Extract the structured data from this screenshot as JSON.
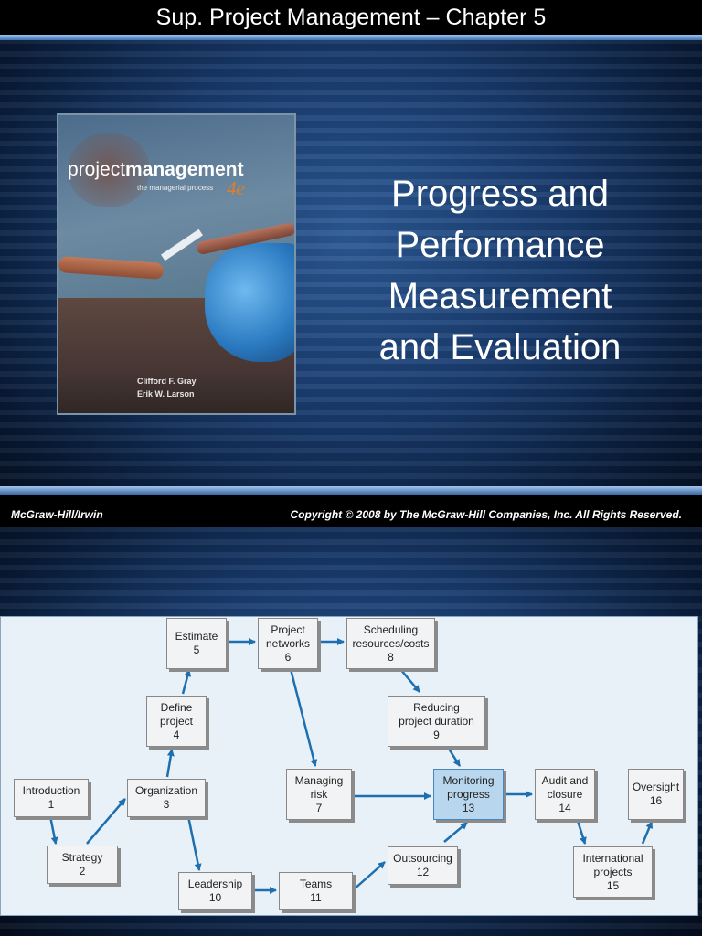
{
  "slide1": {
    "header_title": "Sup. Project Management – Chapter 5",
    "book": {
      "title_light": "project",
      "title_bold": "management",
      "subtitle": "the managerial process",
      "edition": "4e",
      "authors": [
        "Clifford F. Gray",
        "Erik W. Larson"
      ]
    },
    "main_title_lines": [
      "Progress and",
      "Performance",
      "Measurement",
      "and Evaluation"
    ],
    "footer_left": "McGraw-Hill/Irwin",
    "footer_right": "Copyright  © 2008 by The McGraw-Hill Companies, Inc.  All Rights Reserved."
  },
  "slide2": {
    "boxes": {
      "introduction": {
        "label": "Introduction",
        "num": "1"
      },
      "strategy": {
        "label": "Strategy",
        "num": "2"
      },
      "organization": {
        "label": "Organization",
        "num": "3"
      },
      "define_project": {
        "label1": "Define",
        "label2": "project",
        "num": "4"
      },
      "estimate": {
        "label": "Estimate",
        "num": "5"
      },
      "project_networks": {
        "label1": "Project",
        "label2": "networks",
        "num": "6"
      },
      "managing_risk": {
        "label1": "Managing",
        "label2": "risk",
        "num": "7"
      },
      "scheduling": {
        "label1": "Scheduling",
        "label2": "resources/costs",
        "num": "8"
      },
      "reducing": {
        "label1": "Reducing",
        "label2": "project duration",
        "num": "9"
      },
      "leadership": {
        "label": "Leadership",
        "num": "10"
      },
      "teams": {
        "label": "Teams",
        "num": "11"
      },
      "outsourcing": {
        "label": "Outsourcing",
        "num": "12"
      },
      "monitoring": {
        "label1": "Monitoring",
        "label2": "progress",
        "num": "13"
      },
      "audit": {
        "label1": "Audit and",
        "label2": "closure",
        "num": "14"
      },
      "international": {
        "label1": "International",
        "label2": "projects",
        "num": "15"
      },
      "oversight": {
        "label": "Oversight",
        "num": "16"
      }
    },
    "colors": {
      "arrow": "#1d6fb0",
      "highlight": "#b8d7ee"
    }
  }
}
